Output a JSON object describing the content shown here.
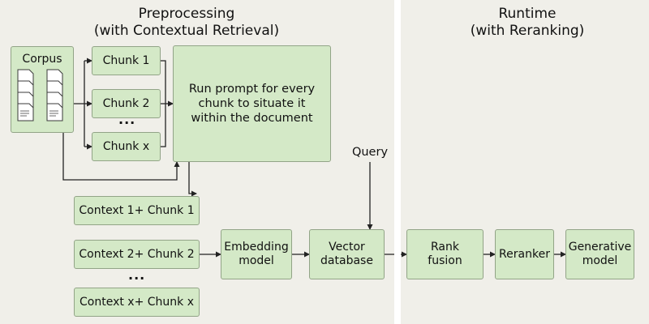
{
  "sections": {
    "preprocessing_title": "Preprocessing",
    "preprocessing_subtitle": "(with Contextual Retrieval)",
    "runtime_title": "Runtime",
    "runtime_subtitle": "(with Reranking)"
  },
  "nodes": {
    "corpus": "Corpus",
    "chunk_1": "Chunk 1",
    "chunk_2": "Chunk 2",
    "chunk_ellipsis": "...",
    "chunk_x": "Chunk x",
    "prompt_line_1": "Run prompt for every",
    "prompt_line_2": "chunk to situate it",
    "prompt_line_3": "within the document",
    "query": "Query",
    "context_1": "Context 1+ Chunk 1",
    "context_2": "Context 2+ Chunk 2",
    "context_ellipsis": "...",
    "context_x": "Context x+ Chunk x",
    "embedding_line_1": "Embedding",
    "embedding_line_2": "model",
    "vector_line_1": "Vector",
    "vector_line_2": "database",
    "rank_line_1": "Rank",
    "rank_line_2": "fusion",
    "reranker": "Reranker",
    "generative_line_1": "Generative",
    "generative_line_2": "model"
  },
  "colors": {
    "box_fill": "#d4e9c7",
    "box_border": "#92a487",
    "background": "#f0efe9",
    "divider": "#ffffff",
    "arrow": "#222222"
  }
}
